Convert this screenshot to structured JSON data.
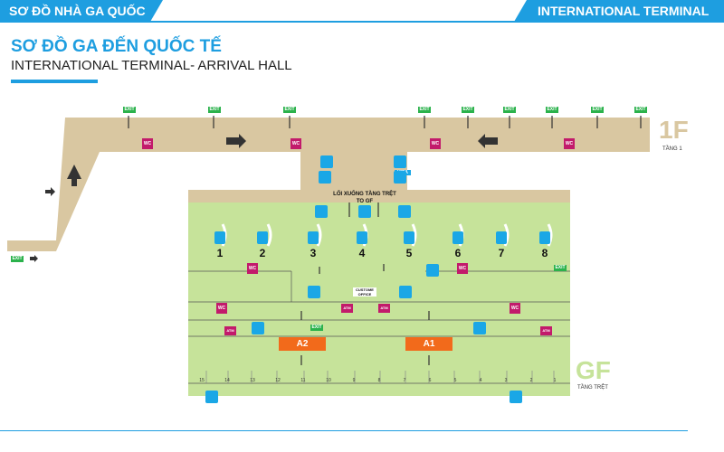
{
  "header": {
    "left_title": "SƠ ĐỒ NHÀ GA QUỐC TẾ",
    "right_title": "INTERNATIONAL TERMINAL"
  },
  "page": {
    "title_vi": "SƠ ĐỒ GA ĐẾN QUỐC TẾ",
    "title_en": "INTERNATIONAL TERMINAL- ARRIVAL HALL"
  },
  "floors": {
    "upper": {
      "label": "1F",
      "sub": "TẦNG 1"
    },
    "ground": {
      "label": "GF",
      "sub": "TẦNG TRỆT"
    }
  },
  "labels": {
    "exit": "EXIT",
    "wc": "WC",
    "atm": "ATM",
    "visa": "VISA",
    "customs": "CUSTOME OFFICE",
    "stairs_down_vi": "LỐI XUỐNG TẦNG TRỆT",
    "stairs_down_en": "TO GF"
  },
  "belts": [
    "1",
    "2",
    "3",
    "4",
    "5",
    "6",
    "7",
    "8"
  ],
  "gates": [
    "A2",
    "A1"
  ],
  "doors": [
    "15",
    "14",
    "13",
    "12",
    "11",
    "10",
    "9",
    "8",
    "7",
    "6",
    "5",
    "4",
    "3",
    "2",
    "1"
  ],
  "colors": {
    "accent": "#1e9ee0",
    "corridor": "#d9c7a1",
    "ground": "#c6e39a",
    "ground_light": "#e2f0c8",
    "exit": "#2bb24c",
    "wc": "#c21a6b",
    "gate": "#f26a1b",
    "icon": "#1aa7e6"
  }
}
